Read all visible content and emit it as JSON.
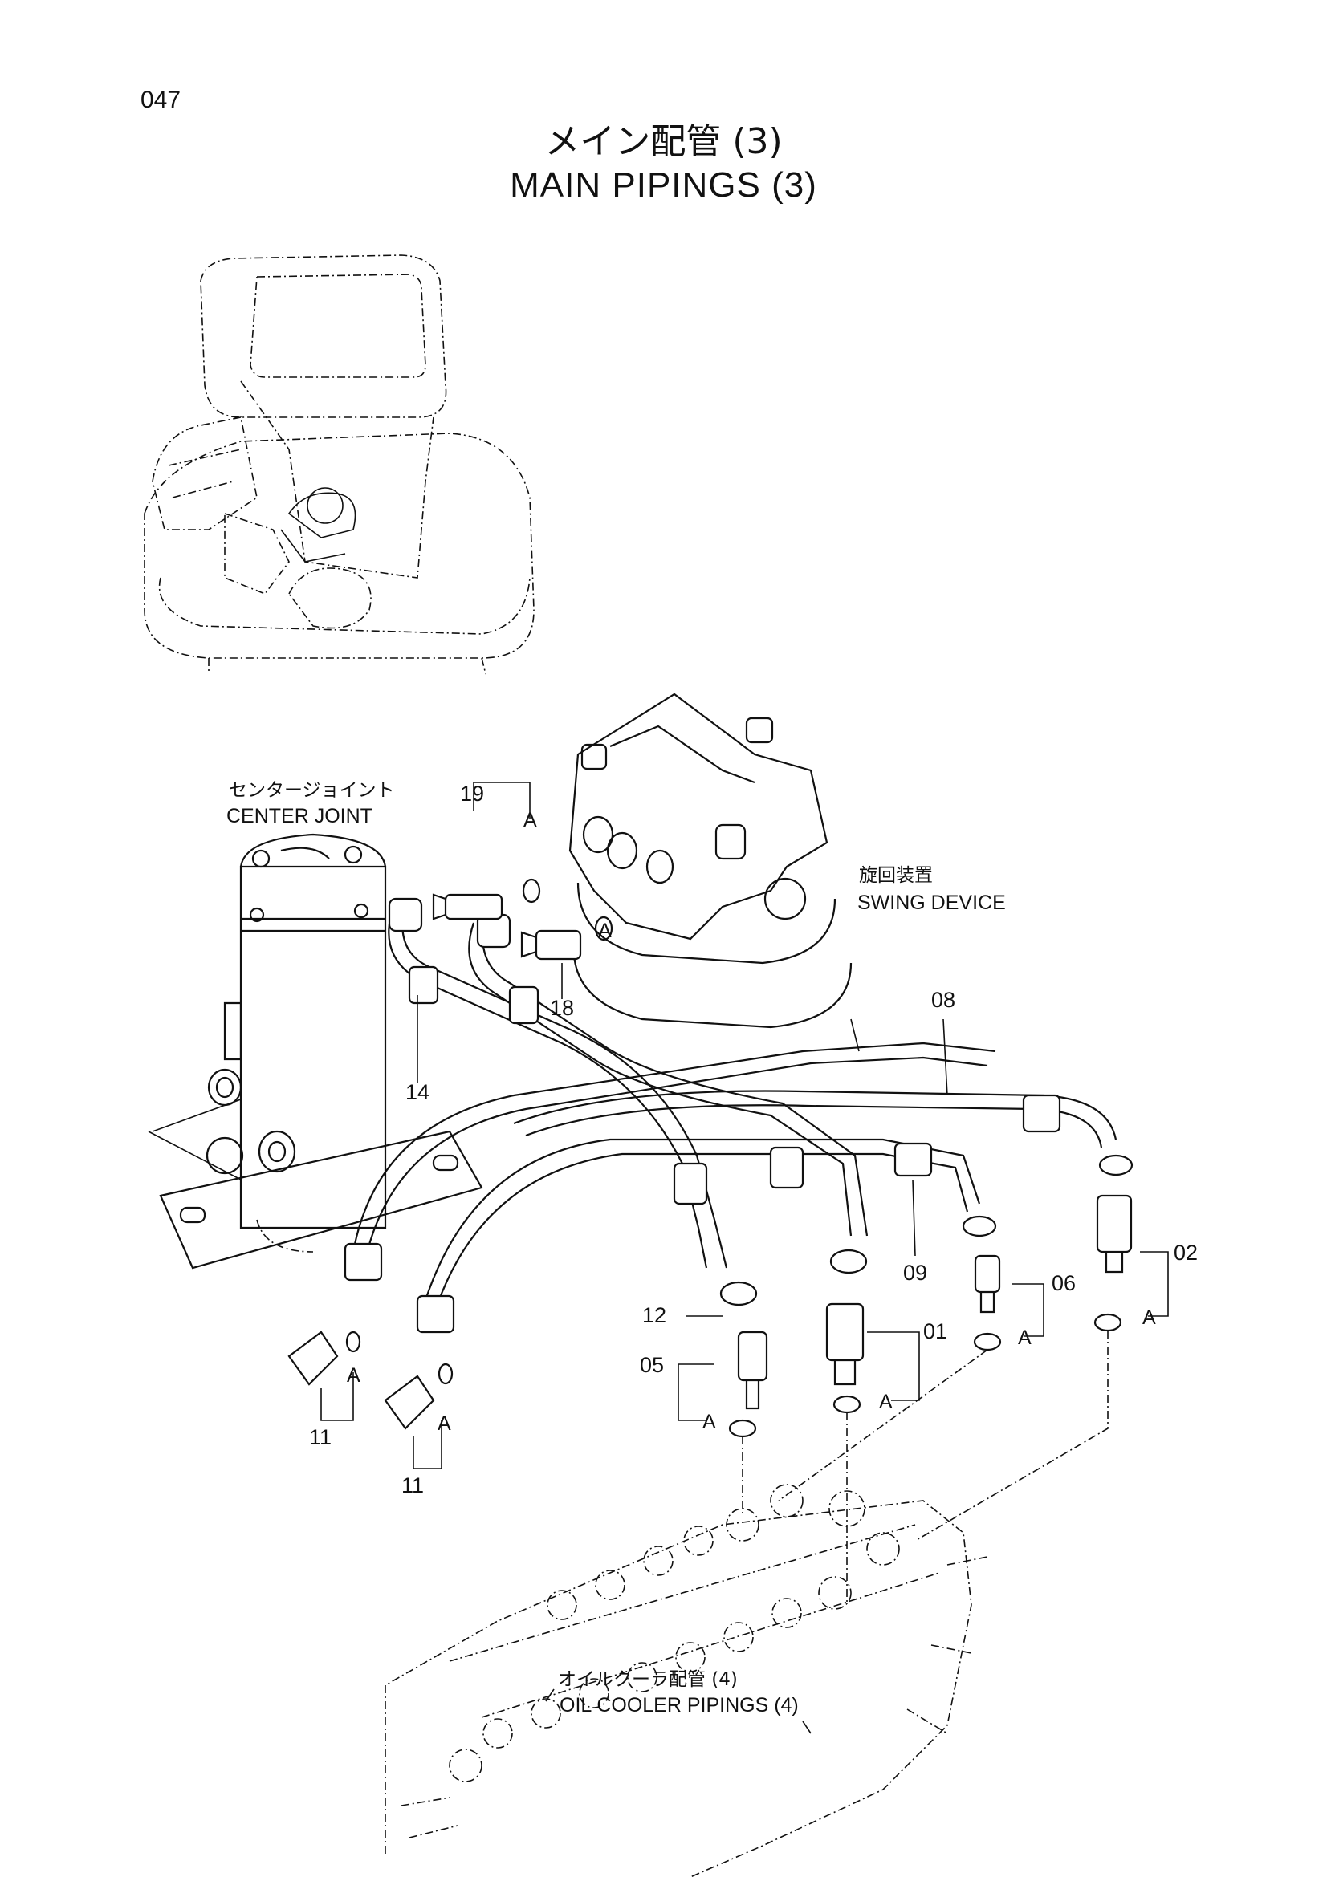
{
  "page_number": "047",
  "title": {
    "jp": "メイン配管 (3)",
    "en": "MAIN PIPINGS (3)"
  },
  "components": {
    "center_joint": {
      "jp": "センタージョイント",
      "en": "CENTER JOINT"
    },
    "swing_device": {
      "jp": "旋回装置",
      "en": "SWING DEVICE"
    },
    "oil_cooler": {
      "jp": "オイルクーラ配管 (4)",
      "en": "OIL COOLER PIPINGS (4)"
    }
  },
  "callouts": {
    "p19": "19",
    "p18": "18",
    "p14": "14",
    "p08": "08",
    "p09": "09",
    "p02": "02",
    "p06": "06",
    "p01": "01",
    "p12": "12",
    "p05": "05",
    "p11a": "11",
    "p11b": "11"
  },
  "ref_mark": "A"
}
